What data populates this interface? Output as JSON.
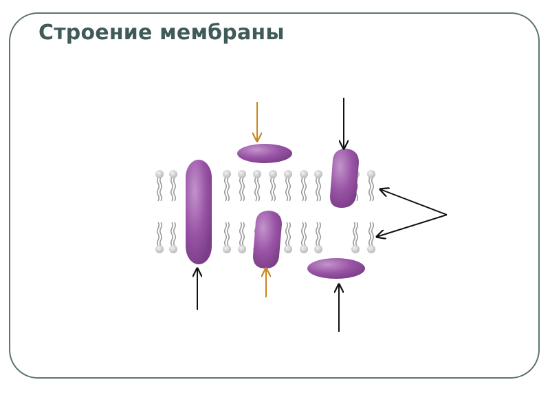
{
  "slide": {
    "title": "Строение мембраны"
  },
  "diagram": {
    "colors": {
      "frame": "#5d7472",
      "title": "#3f5a58",
      "protein": "#9a55a6",
      "protein_highlight": "#c394cc",
      "lipid_head": "#d3d3d3",
      "lipid_tail": "#9a9a9a",
      "arrow_black": "#111111",
      "arrow_orange": "#c8861c"
    },
    "components": [
      "phospholipid-bilayer",
      "integral-protein",
      "peripheral-protein-top",
      "semi-integral-protein-top",
      "semi-integral-protein-bottom",
      "peripheral-protein-bottom"
    ]
  }
}
